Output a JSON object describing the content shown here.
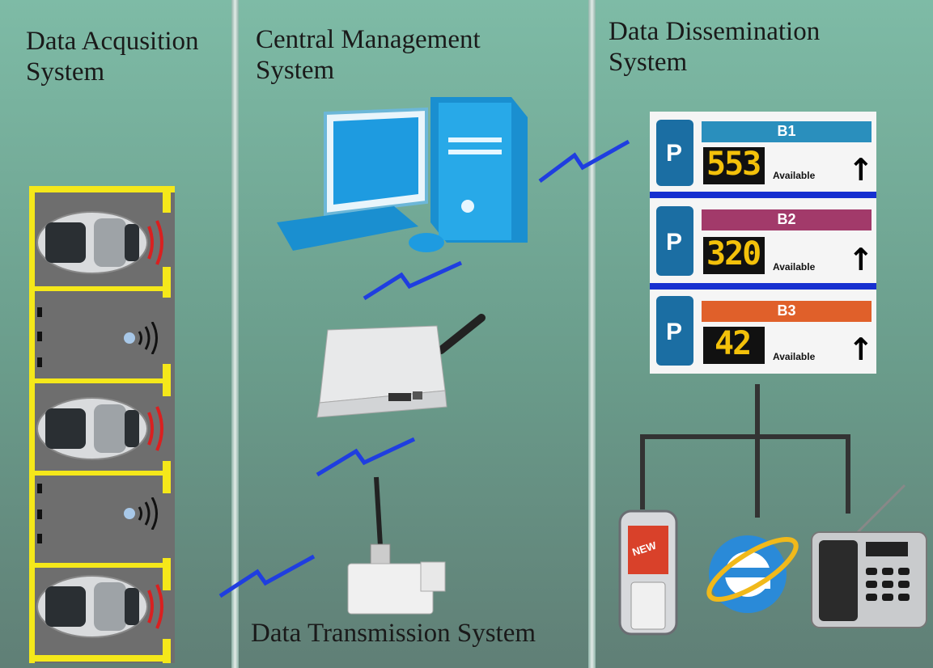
{
  "sections": {
    "acquisition": "Data Acqusition\nSystem",
    "central": "Central Management\nSystem",
    "dissemination": "Data Dissemination\nSystem",
    "transmission": "Data Transmission System"
  },
  "signs": [
    {
      "level": "B1",
      "count": "553",
      "status": "Available",
      "color": "#2a8fbd"
    },
    {
      "level": "B2",
      "count": "320",
      "status": "Available",
      "color": "#a23a6a"
    },
    {
      "level": "B3",
      "count": "42",
      "status": "Available",
      "color": "#e0602a"
    }
  ],
  "parking_symbol": "P",
  "phone_badge": "NEW",
  "colors": {
    "lightning": "#1f3ee0",
    "parking_line": "#f5e81a",
    "lot": "#6e6e6e"
  },
  "icons": [
    "car-icon",
    "sensor-icon",
    "computer-icon",
    "gateway-icon",
    "sensor-node-icon",
    "phone-icon",
    "browser-icon",
    "radio-icon"
  ]
}
